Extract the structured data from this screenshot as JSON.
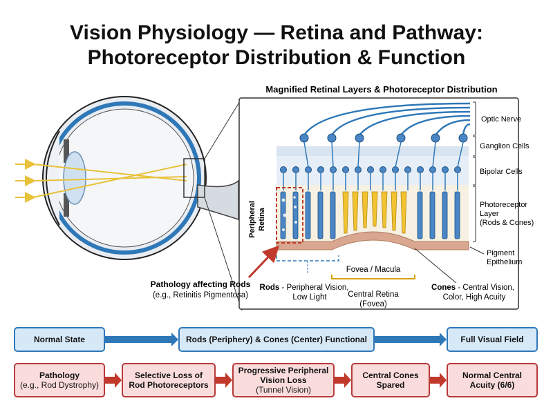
{
  "title": {
    "line1": "Vision Physiology — Retina and Pathway:",
    "line2": "Photoreceptor Distribution & Function"
  },
  "inset": {
    "heading": "Magnified Retinal Layers & Photoreceptor Distribution",
    "layer_labels": {
      "optic_nerve": "Optic Nerve",
      "ganglion": "Ganglion Cells",
      "bipolar": "Bipolar Cells",
      "photoreceptor_1": "Photoreceptor",
      "photoreceptor_2": "Layer",
      "photoreceptor_3": "(Rods & Cones)",
      "pigment_1": "Pigment",
      "pigment_2": "Epithelium"
    },
    "peripheral_1": "Peripheral",
    "peripheral_2": "Retina",
    "fovea_macula": "Fovea / Macula",
    "rods_bold": "Rods",
    "rods_desc_1": " - Peripheral Vision,",
    "rods_desc_2": "Low Light",
    "central_1": "Central Retina",
    "central_2": "(Fovea)",
    "cones_bold": "Cones",
    "cones_desc_1": " - Central Vision,",
    "cones_desc_2": "Color, High Acuity"
  },
  "pathology_callout": {
    "line1": "Pathology affecting Rods",
    "line2": "(e.g., Retinitis Pigmentosa)"
  },
  "normal_flow": {
    "start": "Normal State",
    "middle": "Rods (Periphery) & Cones (Center) Functional",
    "end": "Full Visual Field"
  },
  "pathology_flow": [
    {
      "l1": "Pathology",
      "l2": "(e.g., Rod Dystrophy)"
    },
    {
      "l1": "Selective Loss of",
      "l2": "Rod Photoreceptors"
    },
    {
      "l1": "Progressive Peripheral",
      "l2": "Vision Loss",
      "l3": "(Tunnel Vision)"
    },
    {
      "l1": "Central Cones",
      "l2": "Spared"
    },
    {
      "l1": "Normal Central",
      "l2": "Acuity (6/6)"
    }
  ],
  "colors": {
    "blue": "#2f78b8",
    "rod": "#4a86c5",
    "cone": "#f2c230",
    "pigment": "#d9a78f",
    "red": "#c0392b",
    "light_ray": "#e8c23a"
  }
}
